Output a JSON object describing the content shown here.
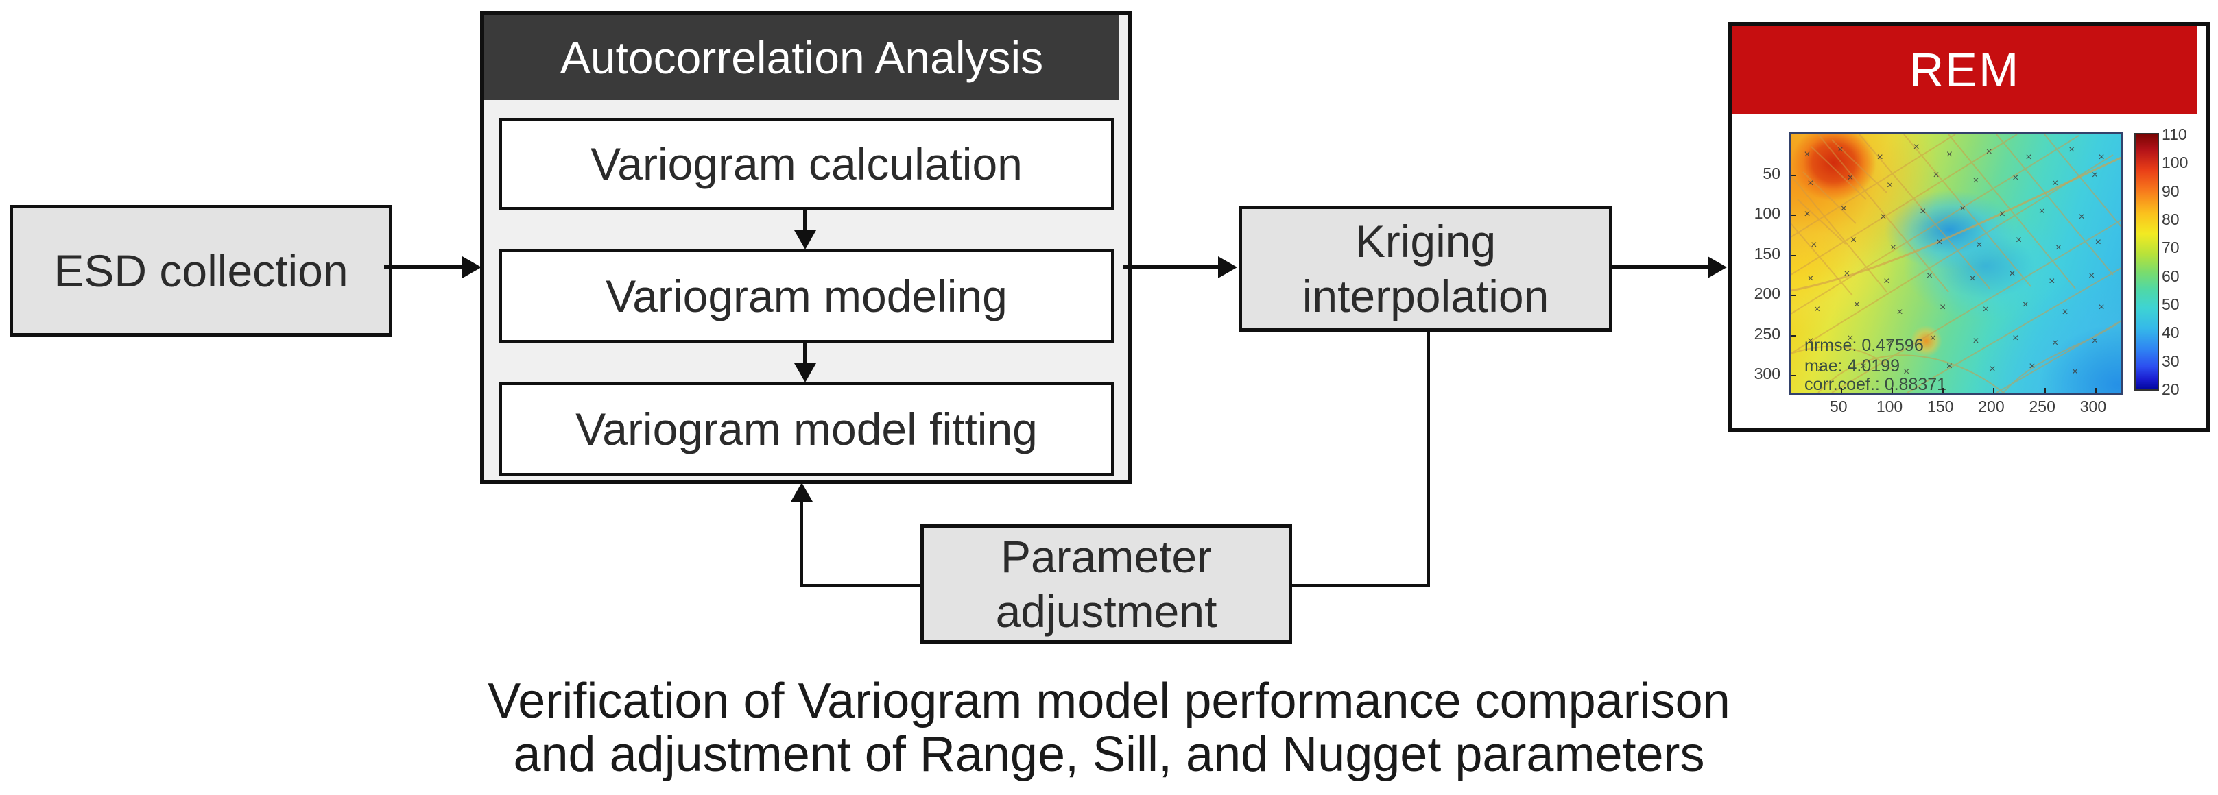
{
  "nodes": {
    "esd": {
      "label": "ESD collection"
    },
    "autocorrelation": {
      "title": "Autocorrelation Analysis",
      "steps": [
        "Variogram calculation",
        "Variogram modeling",
        "Variogram model fitting"
      ]
    },
    "kriging": {
      "lines": [
        "Kriging",
        "interpolation"
      ]
    },
    "parameter": {
      "lines": [
        "Parameter",
        "adjustment"
      ]
    },
    "rem": {
      "title": "REM"
    }
  },
  "caption": [
    "Verification of Variogram model performance comparison",
    "and adjustment of Range, Sill, and Nugget parameters"
  ],
  "colors": {
    "rem_header_red": "#c60e10",
    "autocorr_header_dark": "#3a3a3a",
    "node_fill_gray": "#e3e3e3",
    "container_fill": "#f0f0f0",
    "line_black": "#101010"
  },
  "chart_data": {
    "type": "heatmap",
    "title": "REM",
    "xlabel": "",
    "ylabel": "",
    "x_ticks": [
      50,
      100,
      150,
      200,
      250,
      300
    ],
    "y_ticks": [
      50,
      100,
      150,
      200,
      250,
      300
    ],
    "x_range": [
      0,
      330
    ],
    "y_range": [
      0,
      330
    ],
    "colormap": "jet",
    "colorbar_ticks": [
      110,
      100,
      90,
      80,
      70,
      60,
      50,
      40,
      30,
      20
    ],
    "colorbar_range": [
      20,
      110
    ],
    "legend_position": "right-colorbar",
    "grid": false,
    "annotations": [
      "nrmse: 0.47596",
      "mae: 4.0199",
      "corr.coef.: 0.88371"
    ],
    "regions": [
      {
        "area": "top-left hotspot",
        "approx_value": 100
      },
      {
        "area": "upper-left band",
        "approx_value": 80
      },
      {
        "area": "center-left",
        "approx_value": 70
      },
      {
        "area": "center-right depression",
        "approx_value": 48
      },
      {
        "area": "right / bottom-right",
        "approx_value": 55
      },
      {
        "area": "small spot bottom-center",
        "approx_value": 75
      },
      {
        "area": "bottom-left",
        "approx_value": 63
      }
    ],
    "sample_points_pct": [
      [
        5,
        8
      ],
      [
        15,
        6
      ],
      [
        27,
        9
      ],
      [
        38,
        5
      ],
      [
        48,
        8
      ],
      [
        60,
        7
      ],
      [
        72,
        9
      ],
      [
        85,
        6
      ],
      [
        94,
        9
      ],
      [
        6,
        19
      ],
      [
        18,
        17
      ],
      [
        30,
        20
      ],
      [
        44,
        16
      ],
      [
        56,
        18
      ],
      [
        68,
        17
      ],
      [
        80,
        19
      ],
      [
        92,
        16
      ],
      [
        5,
        31
      ],
      [
        16,
        29
      ],
      [
        28,
        32
      ],
      [
        40,
        30
      ],
      [
        52,
        29
      ],
      [
        64,
        31
      ],
      [
        76,
        30
      ],
      [
        88,
        32
      ],
      [
        7,
        43
      ],
      [
        19,
        41
      ],
      [
        31,
        44
      ],
      [
        45,
        42
      ],
      [
        57,
        43
      ],
      [
        69,
        41
      ],
      [
        81,
        44
      ],
      [
        93,
        42
      ],
      [
        6,
        56
      ],
      [
        17,
        54
      ],
      [
        29,
        57
      ],
      [
        42,
        55
      ],
      [
        55,
        56
      ],
      [
        67,
        54
      ],
      [
        79,
        57
      ],
      [
        91,
        55
      ],
      [
        8,
        68
      ],
      [
        20,
        66
      ],
      [
        33,
        69
      ],
      [
        46,
        67
      ],
      [
        59,
        68
      ],
      [
        71,
        66
      ],
      [
        83,
        69
      ],
      [
        94,
        67
      ],
      [
        6,
        80
      ],
      [
        18,
        79
      ],
      [
        30,
        81
      ],
      [
        43,
        79
      ],
      [
        56,
        80
      ],
      [
        68,
        79
      ],
      [
        80,
        81
      ],
      [
        92,
        80
      ],
      [
        9,
        91
      ],
      [
        22,
        90
      ],
      [
        35,
        92
      ],
      [
        48,
        90
      ],
      [
        61,
        91
      ],
      [
        73,
        90
      ],
      [
        86,
        92
      ]
    ]
  }
}
